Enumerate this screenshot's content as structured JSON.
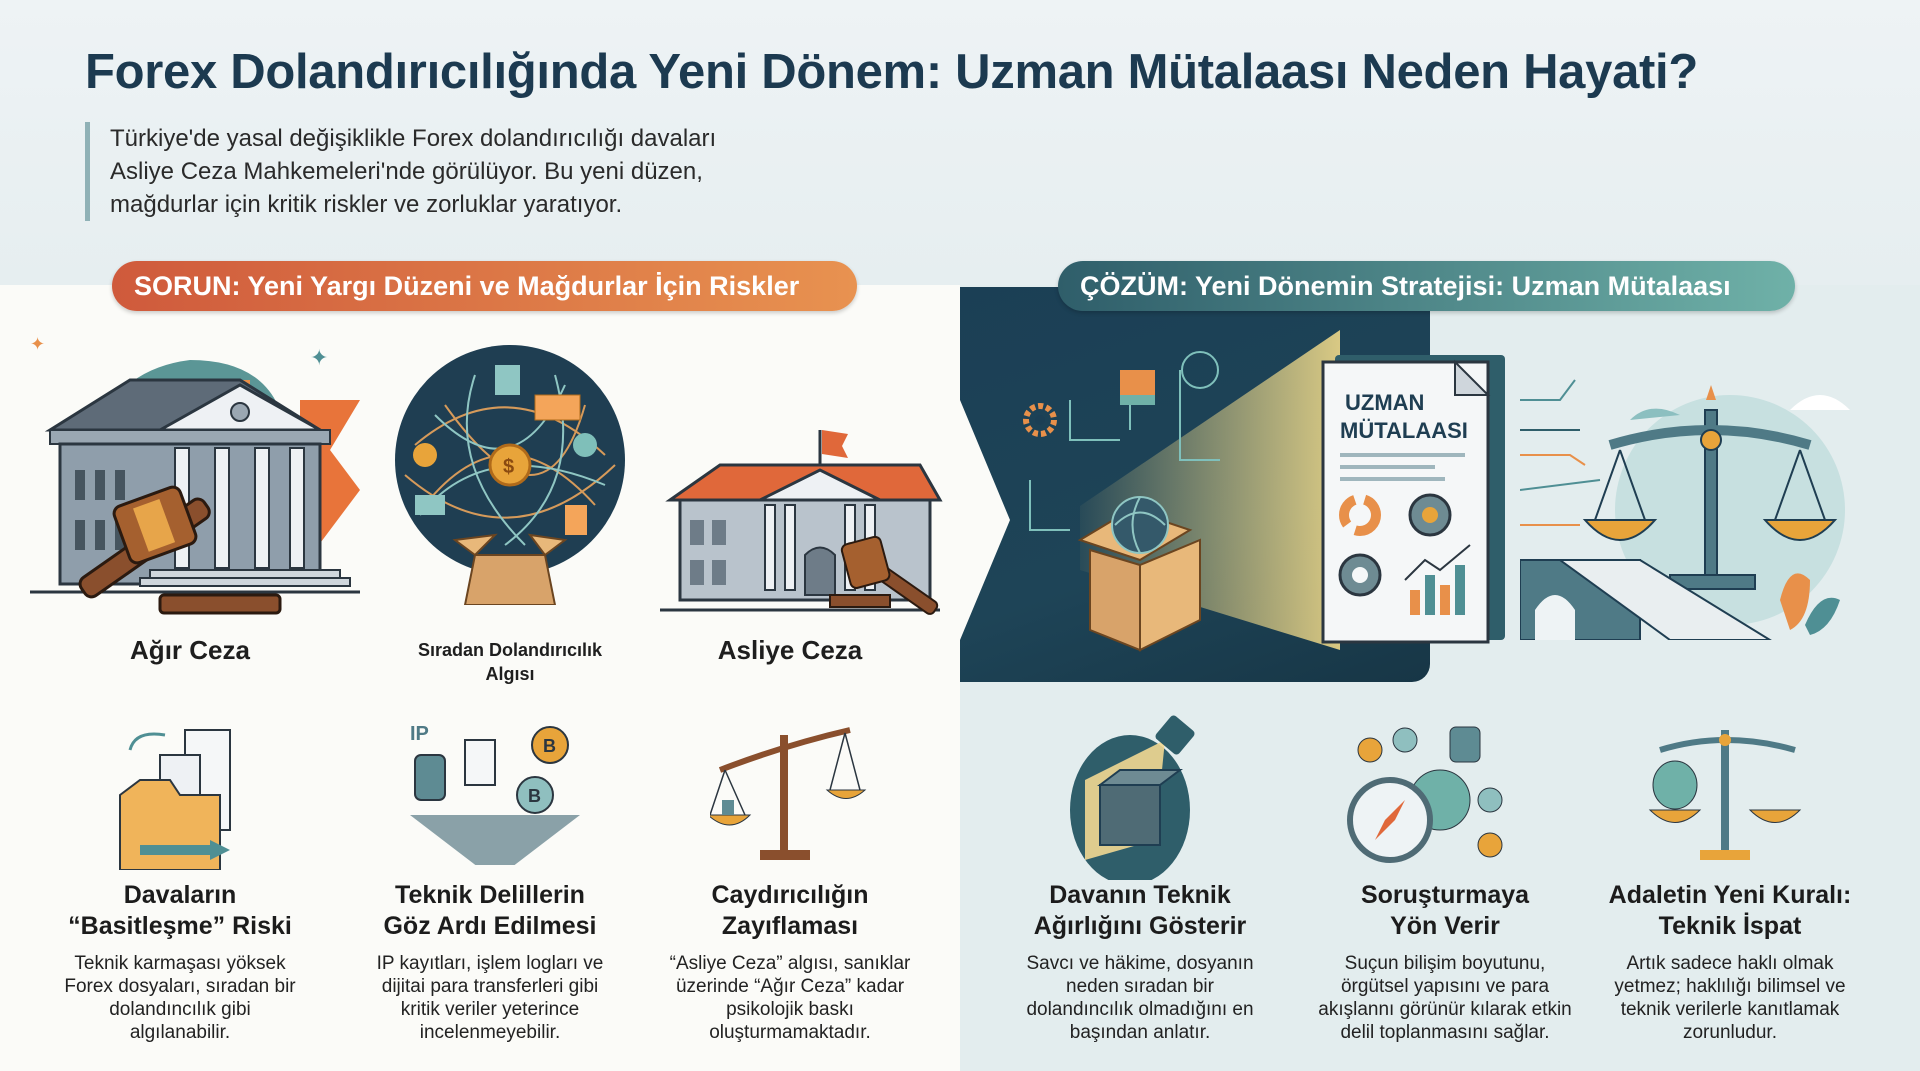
{
  "title": "Forex Dolandırıcılığında Yeni Dönem: Uzman Mütalaası Neden Hayati?",
  "intro": {
    "lines": [
      "Türkiye'de yasal değişiklikle Forex dolandırıcılığı davaları",
      "Asliye Ceza Mahkemeleri'nde görülüyor. Bu yeni düzen,",
      "mağdurlar için kritik riskler ve zorluklar yaratıyor."
    ]
  },
  "problem": {
    "banner": "SORUN: Yeni Yargı Düzeni ve Mağdurlar İçin Riskler",
    "color_from": "#cf5a3c",
    "color_to": "#e89250",
    "illustrations": [
      {
        "label": "Ağır Ceza",
        "icon": "courthouse-gavel-icon"
      },
      {
        "label_line1": "Sıradan Dolandırıcılık",
        "label_line2": "Algısı",
        "icon": "money-network-box-icon"
      },
      {
        "label": "Asliye Ceza",
        "icon": "small-courthouse-gavel-icon"
      }
    ],
    "cards": [
      {
        "icon": "folder-documents-icon",
        "title_line1": "Davaların",
        "title_line2": "“Basitleşme” Riski",
        "text": [
          "Teknik karmaşası yöksek",
          "Forex dosyaları, sıradan bir",
          "dolandıncılık gibi",
          "algılanabilir."
        ]
      },
      {
        "icon": "ip-data-funnel-icon",
        "title_line1": "Teknik Delillerin",
        "title_line2": "Göz Ardı Edilmesi",
        "text": [
          "IP kayıtları, işlem logları ve",
          "dijitai para transferleri gibi",
          "kritik veriler yeterince",
          "incelenmeyebilir."
        ]
      },
      {
        "icon": "unbalanced-scale-icon",
        "title_line1": "Caydırıcılığın",
        "title_line2": "Zayıflaması",
        "text": [
          "“Asliye Ceza” algısı, sanıklar",
          "üzerinde “Ağır Ceza” kadar",
          "psikolojik baskı",
          "oluşturmamaktadır."
        ]
      }
    ]
  },
  "solution": {
    "banner": "ÇÖZÜM: Yeni Dönemin Stratejisi: Uzman Mütalaası",
    "color_from": "#2f5e6a",
    "color_to": "#6fb1a8",
    "report_title_line1": "UZMAN",
    "report_title_line2": "MÜTALAASI",
    "cards": [
      {
        "icon": "spotlight-cube-icon",
        "title_line1": "Davanın Teknik",
        "title_line2": "Ağırlığını Gösterir",
        "text": [
          "Savcı ve häkime, dosyanın",
          "neden sıradan bir",
          "dolandıncılık olmadığını en",
          "başından anlatır."
        ]
      },
      {
        "icon": "compass-money-flow-icon",
        "title_line1": "Soruşturmaya",
        "title_line2": "Yön Verir",
        "text": [
          "Suçun bilişim boyutunu,",
          "örgütsel yapısını ve para",
          "akışlannı görünür kılarak etkin",
          "delil toplanmasını sağlar."
        ]
      },
      {
        "icon": "brain-scale-icon",
        "title_line1": "Adaletin Yeni Kuralı:",
        "title_line2": "Teknik İspat",
        "text": [
          "Artık sadece haklı olmak",
          "yetmez; haklılığı bilimsel ve",
          "teknik verilerle kanıtlamak",
          "zorunludur."
        ]
      }
    ]
  },
  "colors": {
    "title": "#1c3a50",
    "teal_dark": "#2f5e6a",
    "teal": "#4f8f94",
    "orange": "#e8904a",
    "orange_dark": "#cf5a3c",
    "brown": "#7a4a2e",
    "navy": "#1b3f55"
  }
}
